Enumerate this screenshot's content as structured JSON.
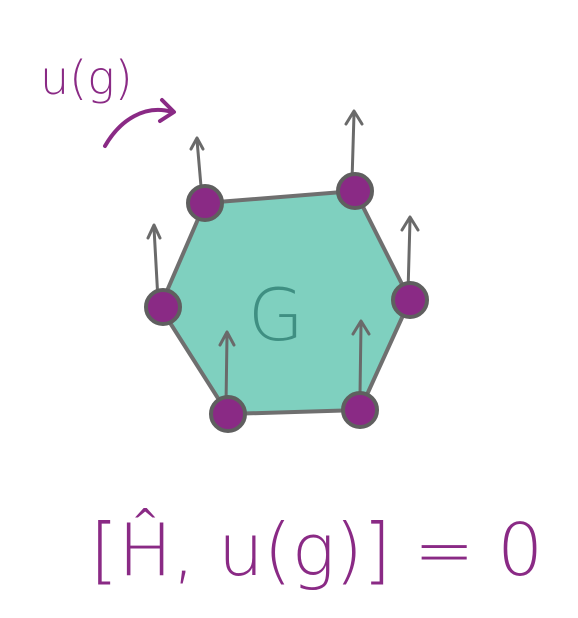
{
  "diagram": {
    "operator_label": "u(g)",
    "group_label": "G",
    "equation": "[Ĥ, u(g)] = 0",
    "colors": {
      "hexagon_fill": "#7fd0bf",
      "hexagon_stroke": "#6f6f6f",
      "site_fill": "#8a2a85",
      "site_stroke": "#5f5f5f",
      "arrow": "#6a6a6a",
      "text_purple": "#8a2a85",
      "group_text": "#3f8f82"
    },
    "sites": [
      {
        "id": 1,
        "position": "top-left"
      },
      {
        "id": 2,
        "position": "top-right"
      },
      {
        "id": 3,
        "position": "left"
      },
      {
        "id": 4,
        "position": "right"
      },
      {
        "id": 5,
        "position": "bottom-left"
      },
      {
        "id": 6,
        "position": "bottom-right"
      }
    ]
  }
}
